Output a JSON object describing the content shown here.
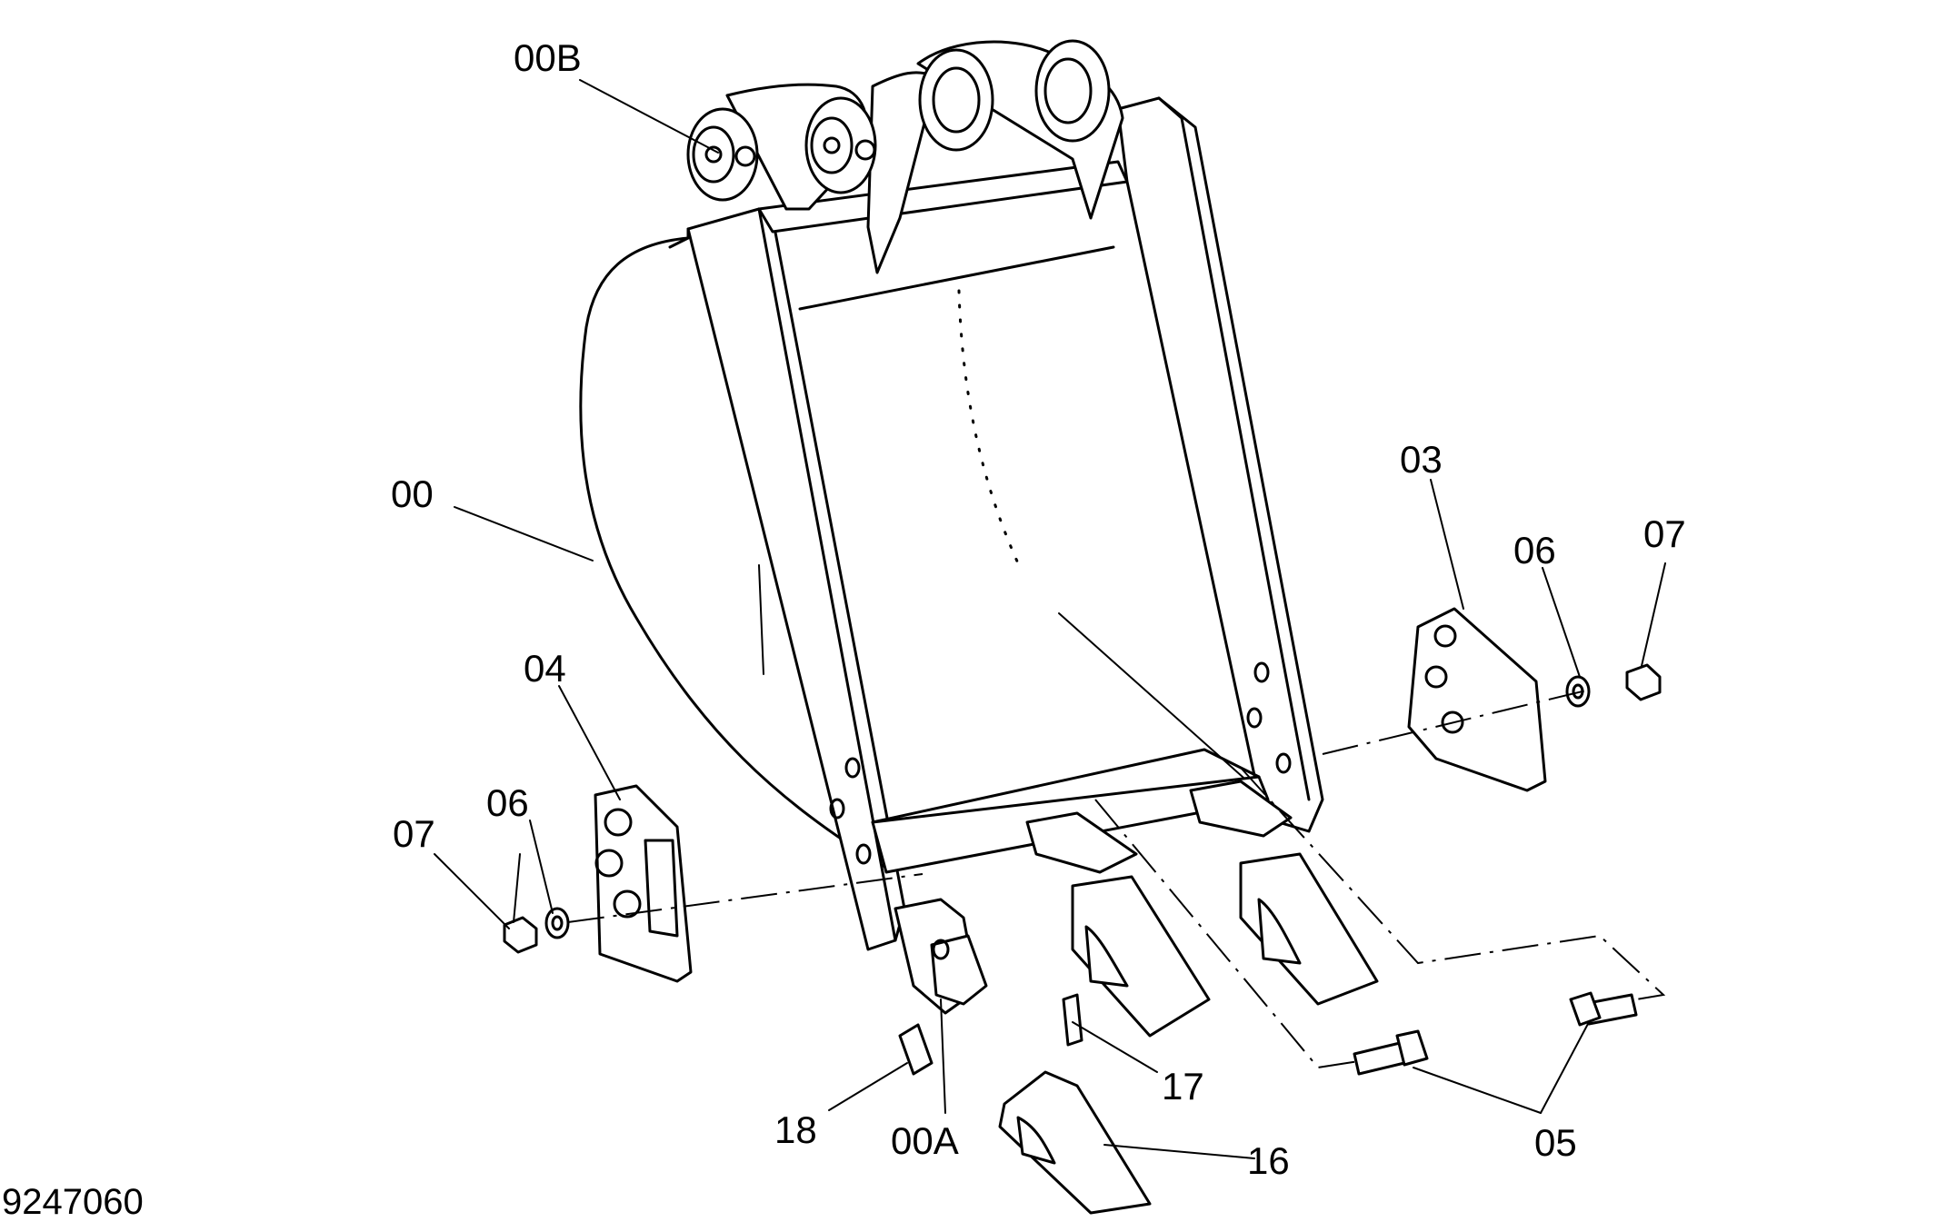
{
  "drawing": {
    "reference_number": "9247060",
    "callouts": {
      "bucket": "00",
      "bucket_bottom_tooth_holder": "00A",
      "bucket_pins": "00B",
      "side_cutter_right": "03",
      "side_cutter_left": "04",
      "bolts": "05",
      "washer_right": "06",
      "washer_left": "06",
      "nut_right": "07",
      "nut_left": "07",
      "tooth": "16",
      "tooth_pin": "17",
      "pin_retainer": "18"
    }
  }
}
